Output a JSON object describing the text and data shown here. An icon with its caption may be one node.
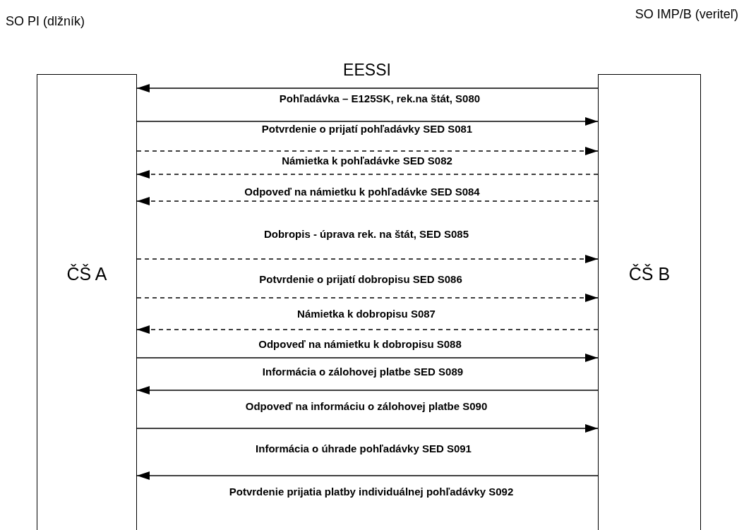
{
  "diagram": {
    "title": "EESSI",
    "labels": [
      "SO PI (dlžník)",
      "SO IMP/B (veriteľ)"
    ],
    "nodes": [
      {
        "text": [
          "ČŠ A"
        ]
      },
      {
        "text": [
          "ČŠ B"
        ]
      }
    ],
    "edges": [
      {
        "from": 1,
        "to": 0,
        "arrow": "to",
        "label": "Pohľadávka – E125SK, rek.na štát, S080"
      },
      {
        "from": 0,
        "to": 1,
        "arrow": "to",
        "label": "Potvrdenie o prijatí pohľadávky SED S081"
      },
      {
        "from": 0,
        "to": 1,
        "arrow": "to",
        "style": "dashed",
        "label": "Námietka k pohľadávke  SED S082"
      },
      {
        "from": 1,
        "to": 0,
        "arrow": "to",
        "style": "dashed",
        "label": "Odpoveď na námietku k pohľadávke SED S084"
      },
      {
        "from": 1,
        "to": 0,
        "arrow": "to",
        "style": "dashed",
        "label": "Dobropis  - úprava rek. na štát, SED S085"
      },
      {
        "from": 0,
        "to": 1,
        "arrow": "to",
        "style": "dashed",
        "label": "Potvrdenie o prijatí dobropisu SED S086"
      },
      {
        "from": 0,
        "to": 1,
        "arrow": "to",
        "style": "dashed",
        "label": "Námietka k dobropisu S087"
      },
      {
        "from": 1,
        "to": 0,
        "arrow": "to",
        "style": "dashed",
        "label": "Odpoveď na námietku k dobropisu S088"
      },
      {
        "from": 0,
        "to": 1,
        "arrow": "to",
        "label": "Informácia o zálohovej platbe SED S089"
      },
      {
        "from": 1,
        "to": 0,
        "arrow": "to",
        "label": "Odpoveď na informáciu o zálohovej platbe S090"
      },
      {
        "from": 0,
        "to": 1,
        "arrow": "to",
        "label": "Informácia o úhrade pohľadávky SED S091"
      },
      {
        "from": 1,
        "to": 0,
        "arrow": "to",
        "label": "Potvrdenie prijatia platby individuálnej pohľadávky S092"
      }
    ]
  }
}
